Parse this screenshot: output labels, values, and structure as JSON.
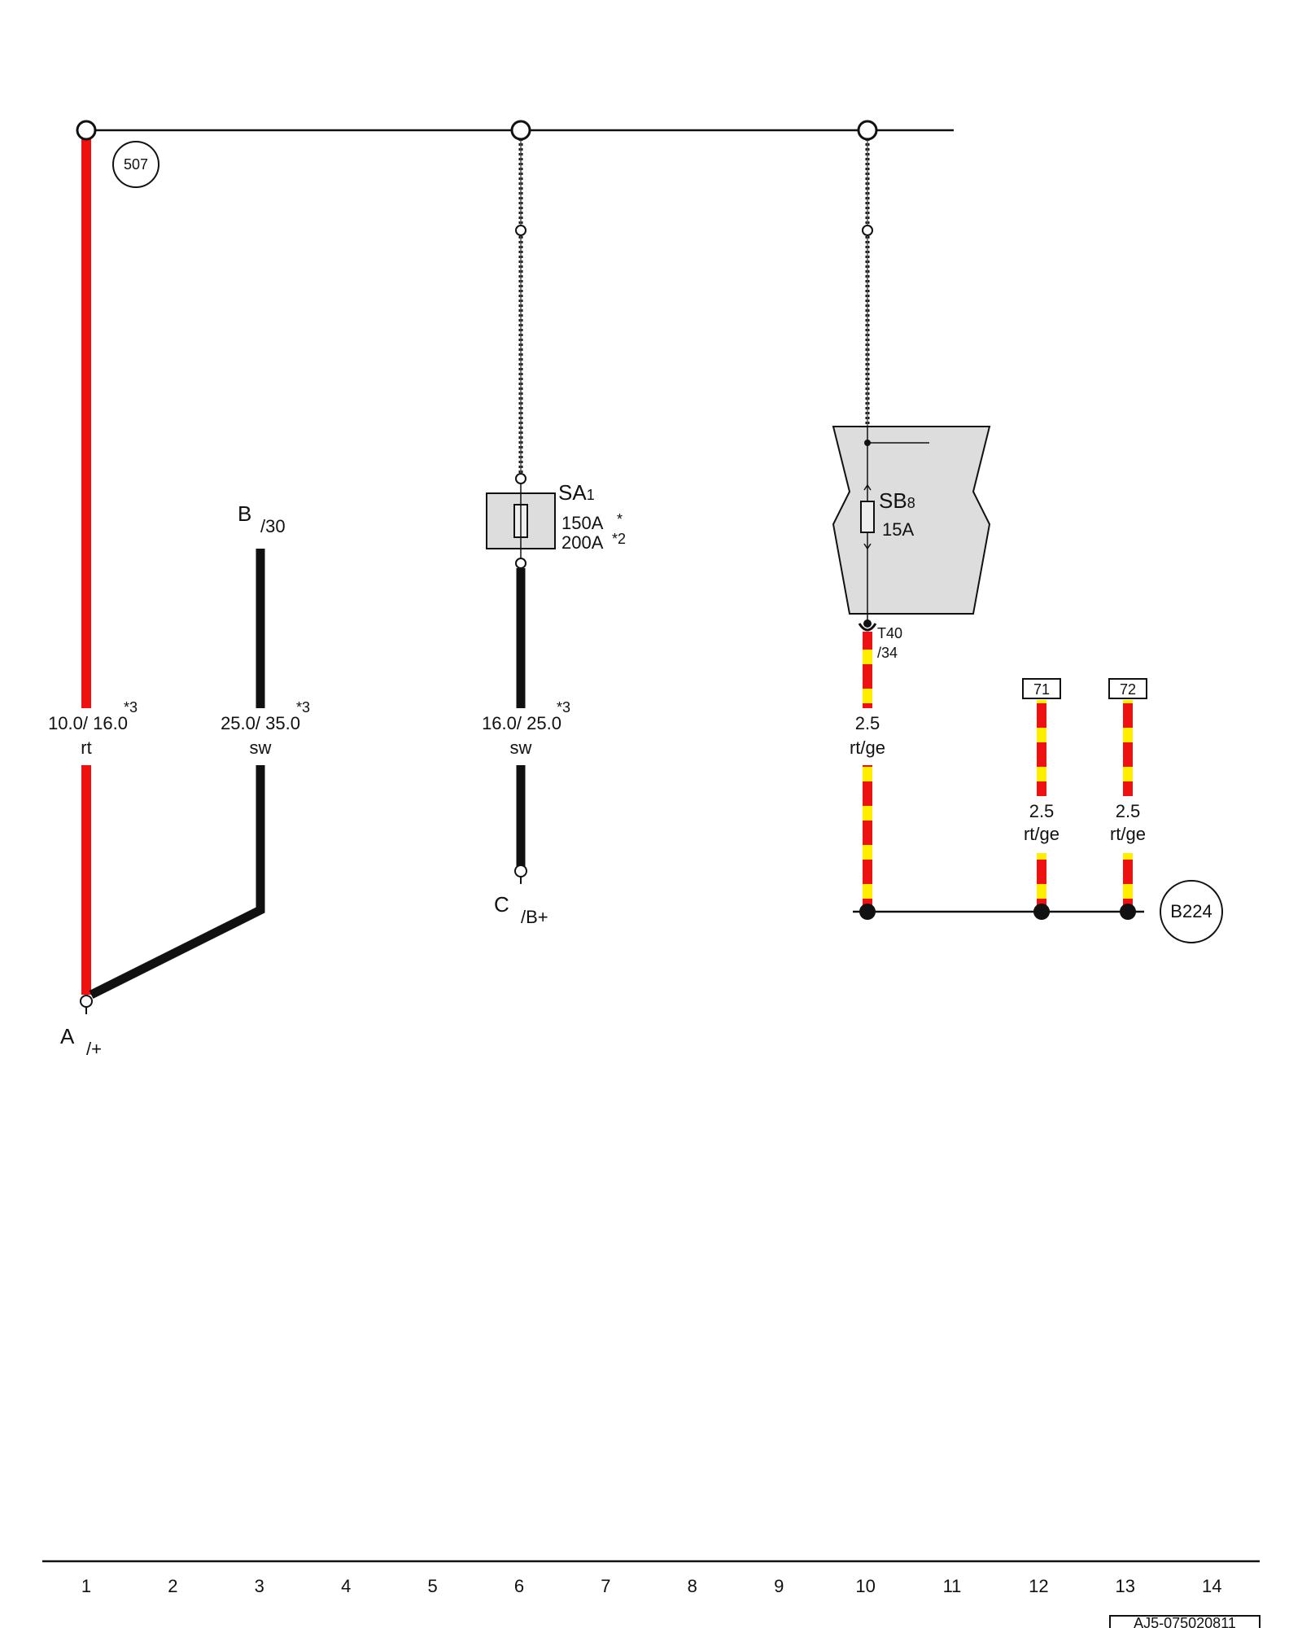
{
  "colors": {
    "wire_red": "#ee1111",
    "wire_yellow": "#ffee00",
    "wire_black": "#111111",
    "fuse_box_fill": "#dddddd"
  },
  "ground_points": {
    "g507": "507",
    "gB224": "B224"
  },
  "connectors": {
    "A": {
      "name": "A",
      "pin": "/+"
    },
    "B": {
      "name": "B",
      "pin": "/30"
    },
    "C": {
      "name": "C",
      "pin": "/B+"
    },
    "T40": {
      "name": "T40",
      "pin": "/34"
    }
  },
  "fuses": {
    "SA1": {
      "base": "SA",
      "sub": "1",
      "rating_1": "150A",
      "note_1": "*",
      "rating_2": "200A",
      "note_2": "*2"
    },
    "SB8": {
      "base": "SB",
      "sub": "8",
      "rating": "15A"
    }
  },
  "wires": {
    "w1": {
      "size": "10.0/ 16.0",
      "color": "rt",
      "note": "*3"
    },
    "w3": {
      "size": "25.0/ 35.0",
      "color": "sw",
      "note": "*3"
    },
    "w6": {
      "size": "16.0/ 25.0",
      "color": "sw",
      "note": "*3"
    },
    "w10": {
      "size": "2.5",
      "color": "rt/ge"
    },
    "w12": {
      "size": "2.5",
      "color": "rt/ge"
    },
    "w13": {
      "size": "2.5",
      "color": "rt/ge"
    }
  },
  "references": {
    "r71": "71",
    "r72": "72"
  },
  "grid_numbers": [
    "1",
    "2",
    "3",
    "4",
    "5",
    "6",
    "7",
    "8",
    "9",
    "10",
    "11",
    "12",
    "13",
    "14"
  ],
  "document_id": "AJ5-075020811"
}
